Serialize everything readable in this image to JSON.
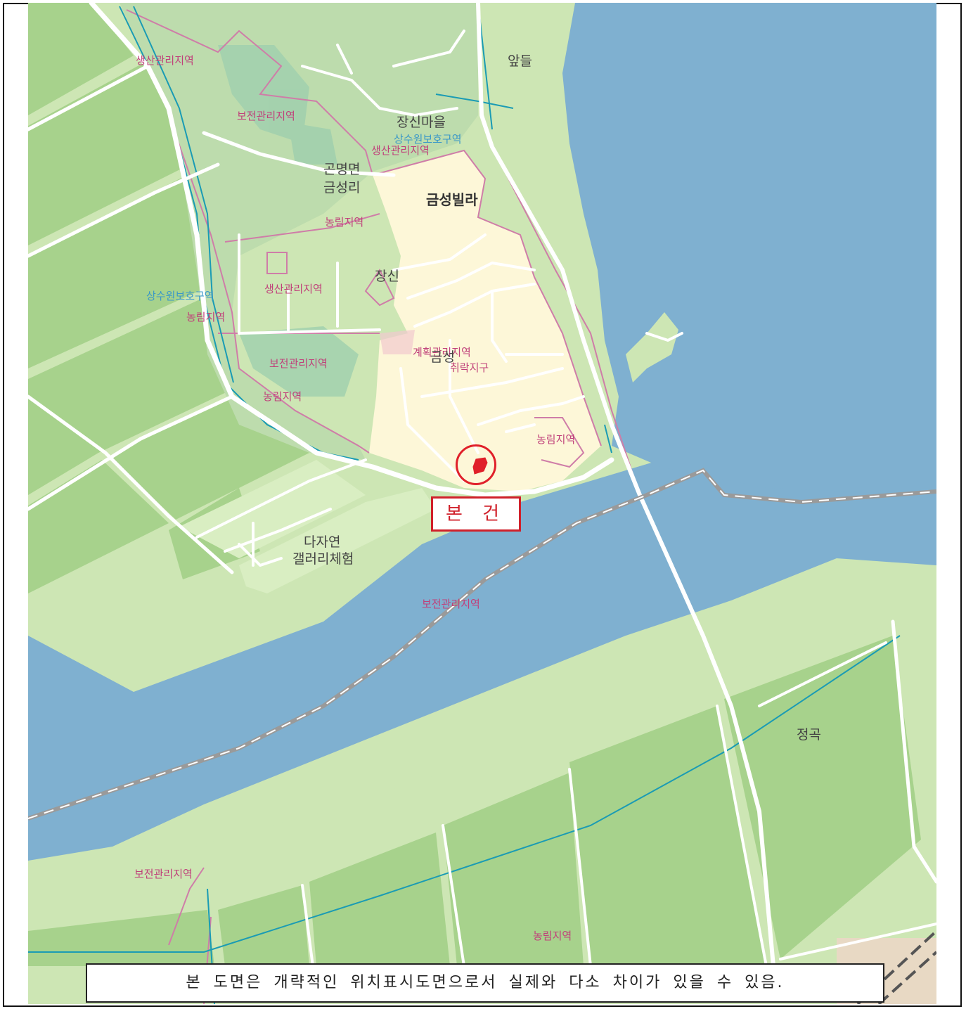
{
  "colors": {
    "water": "#7fb0d0",
    "field": "#a7d28c",
    "greenland": "#cde6b4",
    "forest": "#bddcad",
    "village": "#fdf7d8",
    "road": "#ffffff",
    "zone_line": "#cf7da8",
    "boundary_line": "#1a9bb4",
    "subject_red": "#d0202a"
  },
  "map": {
    "zone_labels": [
      "생산관리지역",
      "보전관리지역",
      "생산관리지역",
      "농림지역",
      "생산관리지역",
      "보전관리지역",
      "농림지역",
      "계획관리지역",
      "농림지역",
      "보전관리지역",
      "보전관리지역",
      "농림지역"
    ],
    "blue_labels": [
      "상수원보호구역",
      "상수원보호구역"
    ],
    "overlap_labels": [
      "농림지역",
      "취락지구"
    ],
    "place_labels": [
      "앞들",
      "장신마을",
      "곤명면",
      "금성리",
      "장신",
      "금성",
      "다자연",
      "갤러리체험",
      "정곡"
    ],
    "bold_labels": [
      "금성빌라"
    ]
  },
  "subject": {
    "label": "본 건"
  },
  "notice": {
    "text": "본 도면은 개략적인 위치표시도면으로서 실제와 다소 차이가 있을 수 있음."
  }
}
